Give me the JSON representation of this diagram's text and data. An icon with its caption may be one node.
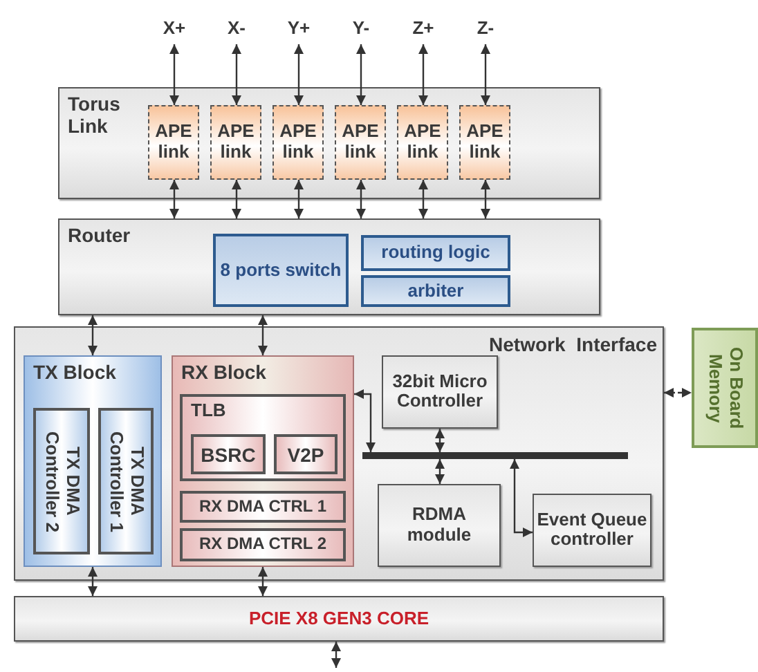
{
  "diagram": {
    "nodes": [
      {
        "text": [
          "X+"
        ]
      },
      {
        "text": [
          "X-"
        ]
      },
      {
        "text": [
          "Y+"
        ]
      },
      {
        "text": [
          "Y-"
        ]
      },
      {
        "text": [
          "Z+"
        ]
      },
      {
        "text": [
          "Z-"
        ]
      },
      {
        "text": [
          "Torus Link"
        ]
      },
      {
        "text": [
          "APE link"
        ],
        "in": 6
      },
      {
        "text": [
          "APE link"
        ],
        "in": 6
      },
      {
        "text": [
          "APE link"
        ],
        "in": 6
      },
      {
        "text": [
          "APE link"
        ],
        "in": 6
      },
      {
        "text": [
          "APE link"
        ],
        "in": 6
      },
      {
        "text": [
          "APE link"
        ],
        "in": 6
      },
      {
        "text": [
          "Router"
        ]
      },
      {
        "text": [
          "8 ports switch"
        ],
        "in": 13
      },
      {
        "text": [
          "routing logic"
        ],
        "in": 13
      },
      {
        "text": [
          "arbiter"
        ],
        "in": 13
      },
      {
        "text": [
          "Network Interface"
        ]
      },
      {
        "text": [
          "TX Block"
        ],
        "in": 17
      },
      {
        "text": [
          "TX DMA Controller 2"
        ],
        "in": 18
      },
      {
        "text": [
          "TX DMA Controller 1"
        ],
        "in": 18
      },
      {
        "text": [
          "RX Block"
        ],
        "in": 17
      },
      {
        "text": [
          "TLB"
        ],
        "in": 21
      },
      {
        "text": [
          "BSRC"
        ],
        "in": 22
      },
      {
        "text": [
          "V2P"
        ],
        "in": 22
      },
      {
        "text": [
          "RX DMA CTRL 1"
        ],
        "in": 21
      },
      {
        "text": [
          "RX DMA CTRL 2"
        ],
        "in": 21
      },
      {
        "text": [
          "32bit Micro Controller"
        ],
        "in": 17
      },
      {
        "text": [],
        "shape": "bar",
        "in": 17
      },
      {
        "text": [
          "RDMA module"
        ],
        "in": 17
      },
      {
        "text": [
          "Event Queue controller"
        ],
        "in": 17
      },
      {
        "text": [
          "On Board Memory"
        ]
      },
      {
        "text": [
          "PCIE X8 GEN3 CORE"
        ]
      }
    ],
    "edges": [
      {
        "from": 0,
        "to": 7,
        "arrow": "both"
      },
      {
        "from": 1,
        "to": 8,
        "arrow": "both"
      },
      {
        "from": 2,
        "to": 9,
        "arrow": "both"
      },
      {
        "from": 3,
        "to": 10,
        "arrow": "both"
      },
      {
        "from": 4,
        "to": 11,
        "arrow": "both"
      },
      {
        "from": 5,
        "to": 12,
        "arrow": "both"
      },
      {
        "from": 7,
        "to": 13,
        "arrow": "both"
      },
      {
        "from": 8,
        "to": 13,
        "arrow": "both"
      },
      {
        "from": 9,
        "to": 13,
        "arrow": "both"
      },
      {
        "from": 10,
        "to": 13,
        "arrow": "both"
      },
      {
        "from": 11,
        "to": 13,
        "arrow": "both"
      },
      {
        "from": 12,
        "to": 13,
        "arrow": "both"
      },
      {
        "from": 13,
        "to": 18,
        "arrow": "both"
      },
      {
        "from": 13,
        "to": 21,
        "arrow": "both"
      },
      {
        "from": 18,
        "to": 32,
        "arrow": "both"
      },
      {
        "from": 21,
        "to": 32,
        "arrow": "both"
      },
      {
        "from": 32,
        "to": null,
        "arrow": "both"
      },
      {
        "from": 28,
        "to": 21,
        "arrow": "both"
      },
      {
        "from": 27,
        "to": 28,
        "arrow": "both"
      },
      {
        "from": 28,
        "to": 29,
        "arrow": "both"
      },
      {
        "from": 28,
        "to": 30,
        "arrow": "both"
      },
      {
        "from": 17,
        "to": 31,
        "arrow": "both",
        "style": "dashed"
      }
    ]
  }
}
